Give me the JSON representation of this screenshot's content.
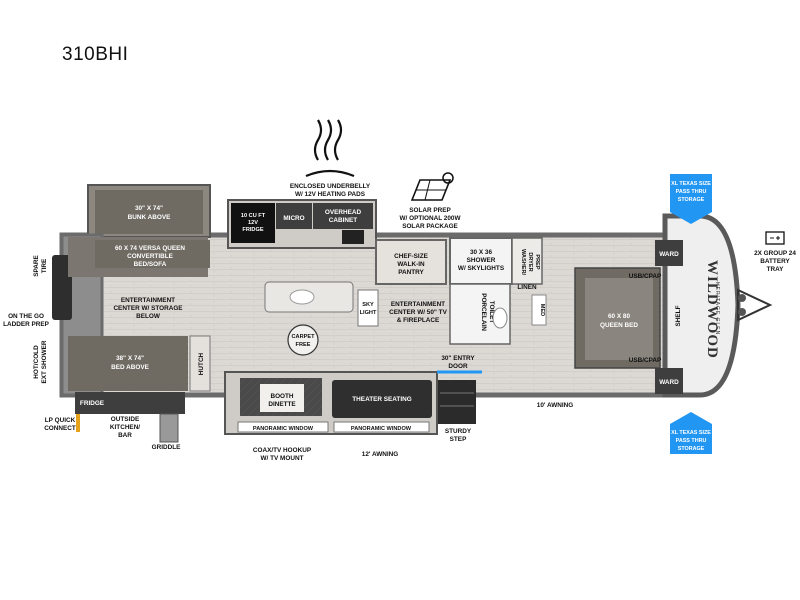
{
  "model": "310BHI",
  "labels": {
    "underbelly": [
      "ENCLOSED UNDERBELLY",
      "W/ 12V HEATING PADS"
    ],
    "solar": [
      "SOLAR PREP",
      "W/ OPTIONAL 200W",
      "SOLAR PACKAGE"
    ],
    "bunk": [
      "30\" X 74\"",
      "BUNK ABOVE"
    ],
    "versa": [
      "60 X 74 VERSA QUEEN",
      "CONVERTIBLE",
      "BED/SOFA"
    ],
    "fridge12v": [
      "10 CU FT",
      "12V",
      "FRIDGE"
    ],
    "micro": "MICRO",
    "overhead": [
      "OVERHEAD",
      "CABINET"
    ],
    "pantry": [
      "CHEF-SIZE",
      "WALK-IN",
      "PANTRY"
    ],
    "shower": [
      "30 X 36",
      "SHOWER",
      "W/ SKYLIGHTS"
    ],
    "washer": [
      "WASHER/",
      "DRYER",
      "PREP"
    ],
    "linen": "LINEN",
    "med": "MED",
    "toilet": [
      "PORCELAIN",
      "TOILET"
    ],
    "skylight": [
      "SKY",
      "LIGHT"
    ],
    "ent_center_fp": [
      "ENTERTAINMENT",
      "CENTER W/ 50\" TV",
      "& FIREPLACE"
    ],
    "carpet": [
      "CARPET",
      "FREE"
    ],
    "spare": [
      "SPARE",
      "TIRE"
    ],
    "ladder": [
      "ON THE GO",
      "LADDER PREP"
    ],
    "ent_center_storage": [
      "ENTERTAINMENT",
      "CENTER W/ STORAGE",
      "BELOW"
    ],
    "shower_ext": [
      "HOT/COLD",
      "EXT SHOWER"
    ],
    "bed_above": [
      "38\" X 74\"",
      "BED ABOVE"
    ],
    "hutch": "HUTCH",
    "fridge": "FRIDGE",
    "lp": [
      "LP QUICK",
      "CONNECT"
    ],
    "outside_kitchen": [
      "OUTSIDE",
      "KITCHEN/",
      "BAR"
    ],
    "griddle": "GRIDDLE",
    "dinette": [
      "BOOTH",
      "DINETTE"
    ],
    "theater": "THEATER SEATING",
    "panoramic_1": "PANORAMIC WINDOW",
    "panoramic_2": "PANORAMIC WINDOW",
    "coax": [
      "COAX/TV HOOKUP",
      "W/ TV MOUNT"
    ],
    "awning_12": "12' AWNING",
    "awning_10": "10' AWNING",
    "entry": [
      "30\" ENTRY",
      "DOOR"
    ],
    "step": [
      "STURDY",
      "STEP"
    ],
    "queen": [
      "60 X 80",
      "QUEEN BED"
    ],
    "usb_1": "USB/CPAP",
    "usb_2": "USB/CPAP",
    "ward_1": "WARD",
    "ward_2": "WARD",
    "shelf": "SHELF",
    "battery": [
      "2X GROUP 24",
      "BATTERY",
      "TRAY"
    ],
    "storage_top": [
      "XL TEXAS SIZE",
      "PASS THRU",
      "STORAGE"
    ],
    "storage_bottom": [
      "XL TEXAS SIZE",
      "PASS THRU",
      "STORAGE"
    ],
    "brand": "WILDWOOD",
    "brand_sub": "HERITAGE GLEN"
  },
  "colors": {
    "wall": "#6b6b6b",
    "floor": "#d9d6d2",
    "slide": "#8c8880",
    "bed": "#6f6a62",
    "cabinet": "#3e3e3e",
    "callout": "#2196f3",
    "cap": "#5a5a5a"
  },
  "icons": [
    "heat-icon",
    "solar-panel-icon",
    "battery-icon",
    "down-arrow-icon",
    "up-arrow-icon",
    "carpet-free-badge-icon"
  ]
}
